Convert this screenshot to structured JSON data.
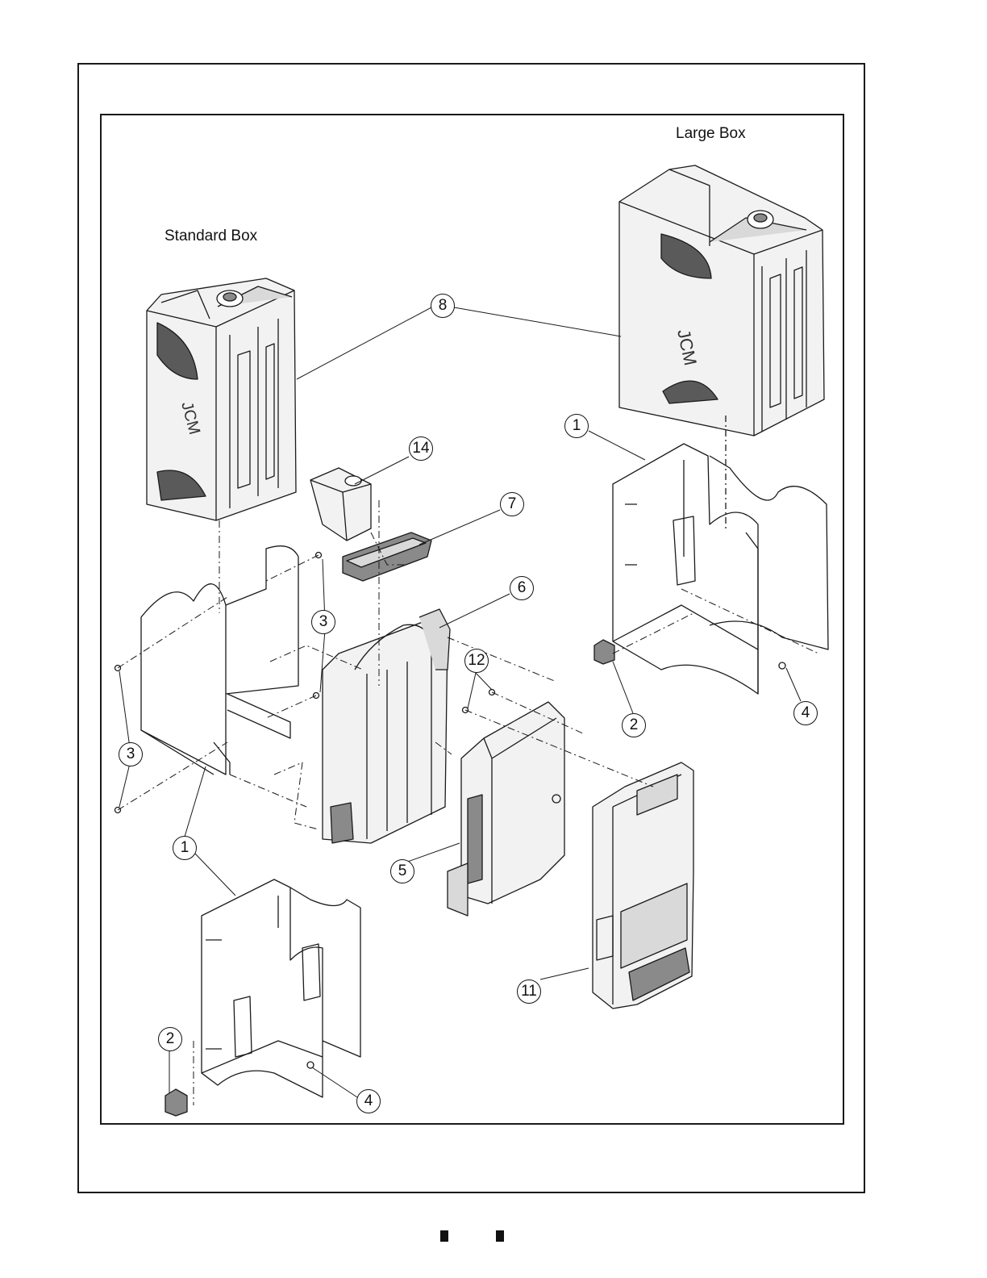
{
  "labels": {
    "standard_box": "Standard Box",
    "large_box": "Large Box"
  },
  "callouts": {
    "c1_large": "1",
    "c2_large": "2",
    "c4_large": "4",
    "c8": "8",
    "c14": "14",
    "c7": "7",
    "c6": "6",
    "c12": "12",
    "c3_center": "3",
    "c3_left": "3",
    "c1_standard": "1",
    "c5": "5",
    "c11": "11",
    "c2_standard": "2",
    "c4_standard": "4"
  },
  "colors": {
    "line": "#1a1a1a",
    "fill_light": "#f2f2f2",
    "fill_mid": "#d9d9d9",
    "fill_dark": "#8a8a8a"
  }
}
